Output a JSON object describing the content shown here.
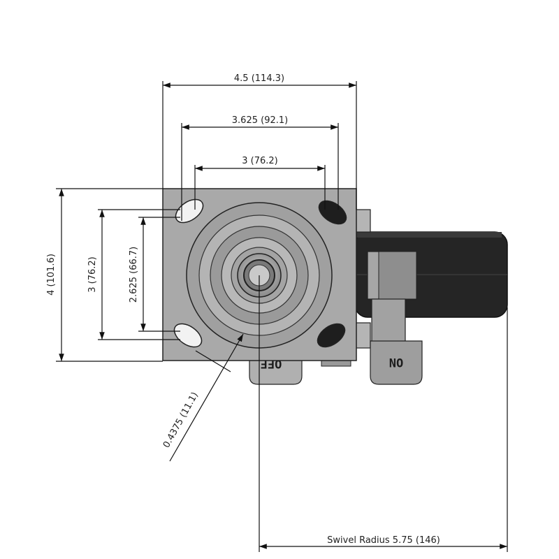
{
  "dimensions": {
    "plate_width": "4.5 (114.3)",
    "bolt_spacing_long": "3.625 (92.1)",
    "bolt_spacing_short": "3 (76.2)",
    "plate_length": "4 (101.6)",
    "bolt_vertical_long": "3 (76.2)",
    "bolt_vertical_short": "2.625 (66.7)",
    "bolt_hole": "0.4375 (11.1)",
    "swivel_radius": "Swivel Radius 5.75 (146)"
  },
  "brake_tabs": {
    "off_label": "OFF",
    "on_label": "ON"
  },
  "colors": {
    "plate": "#a9a9a9",
    "wheel": "#252525",
    "line": "#111111"
  }
}
